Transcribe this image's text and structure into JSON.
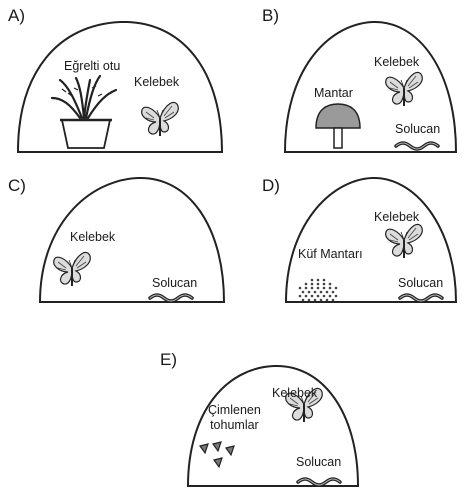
{
  "options": [
    {
      "label": "A)",
      "items": {
        "plant": "Eğrelti otu",
        "butterfly": "Kelebek"
      }
    },
    {
      "label": "B)",
      "items": {
        "mushroom": "Mantar",
        "butterfly": "Kelebek",
        "worm": "Solucan"
      }
    },
    {
      "label": "C)",
      "items": {
        "butterfly": "Kelebek",
        "worm": "Solucan"
      }
    },
    {
      "label": "D)",
      "items": {
        "mold": "Küf Mantarı",
        "butterfly": "Kelebek",
        "worm": "Solucan"
      }
    },
    {
      "label": "E)",
      "items": {
        "seeds_line1": "Çimlenen",
        "seeds_line2": "tohumlar",
        "butterfly": "Kelebek",
        "worm": "Solucan"
      }
    }
  ]
}
